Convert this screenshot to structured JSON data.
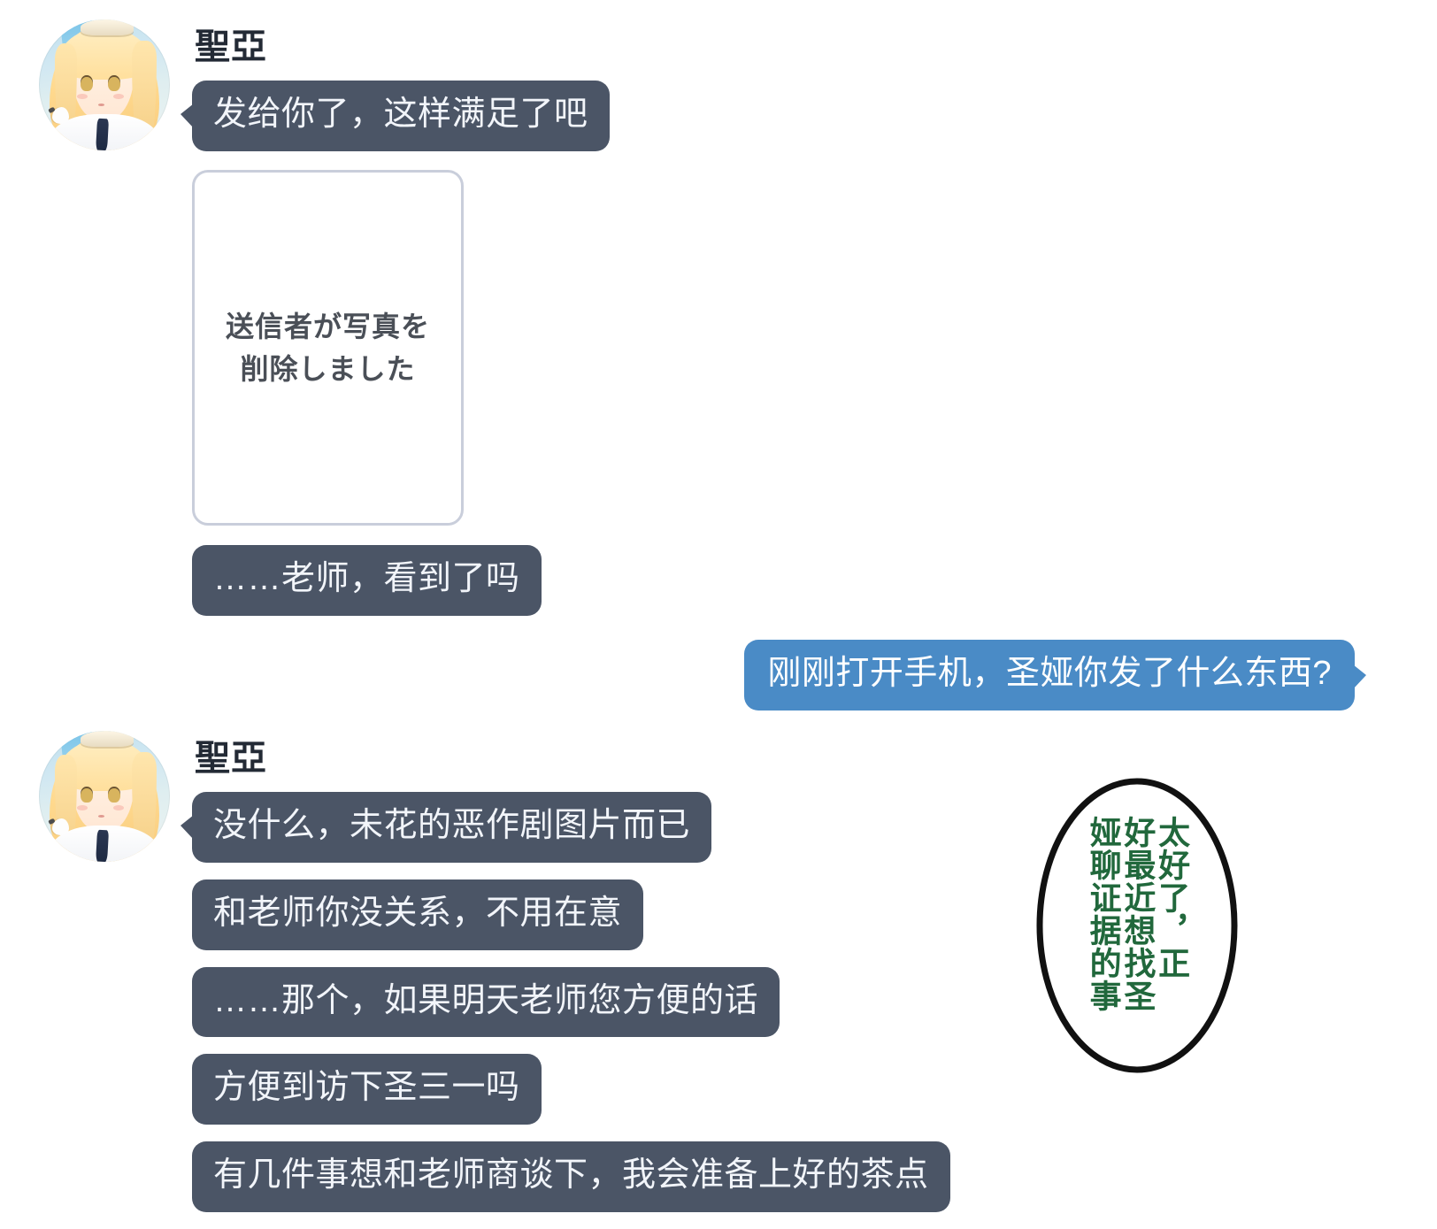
{
  "colors": {
    "incoming_bubble": "#4b5566",
    "outgoing_bubble": "#4a8bc6",
    "incoming_text": "#f2f5fa",
    "outgoing_text": "#ffffff",
    "sender_name": "#232a35",
    "card_border": "#c9cedb",
    "card_text": "#4a4f57",
    "thought_text": "#21683c",
    "thought_outline": "#111111",
    "background": "#ffffff"
  },
  "conversation": {
    "group1": {
      "sender": "聖亞",
      "avatar_alt": "seia-avatar",
      "messages": [
        {
          "id": "m1",
          "text": "发给你了，这样满足了吧",
          "tail": true
        },
        {
          "id": "m3",
          "text": "……老师，看到了吗",
          "tail": false
        }
      ],
      "photo_card": {
        "line1": "送信者が写真を",
        "line2": "削除しました"
      }
    },
    "outgoing": {
      "id": "m4",
      "text": "刚刚打开手机，圣娅你发了什么东西?"
    },
    "group2": {
      "sender": "聖亞",
      "avatar_alt": "seia-avatar",
      "messages": [
        {
          "id": "m5",
          "text": "没什么，未花的恶作剧图片而已",
          "tail": true
        },
        {
          "id": "m6",
          "text": "和老师你没关系，不用在意",
          "tail": false
        },
        {
          "id": "m7",
          "text": "……那个，如果明天老师您方便的话",
          "tail": false
        },
        {
          "id": "m8",
          "text": "方便到访下圣三一吗",
          "tail": false
        },
        {
          "id": "m9",
          "text": "有几件事想和老师商谈下，我会准备上好的茶点",
          "tail": false
        }
      ]
    }
  },
  "thought_bubble": {
    "columns": [
      "太好了，正",
      "好最近想找圣",
      "娅聊证据的事"
    ],
    "full_text": "太好了，正好最近想找圣娅聊证据的事"
  }
}
